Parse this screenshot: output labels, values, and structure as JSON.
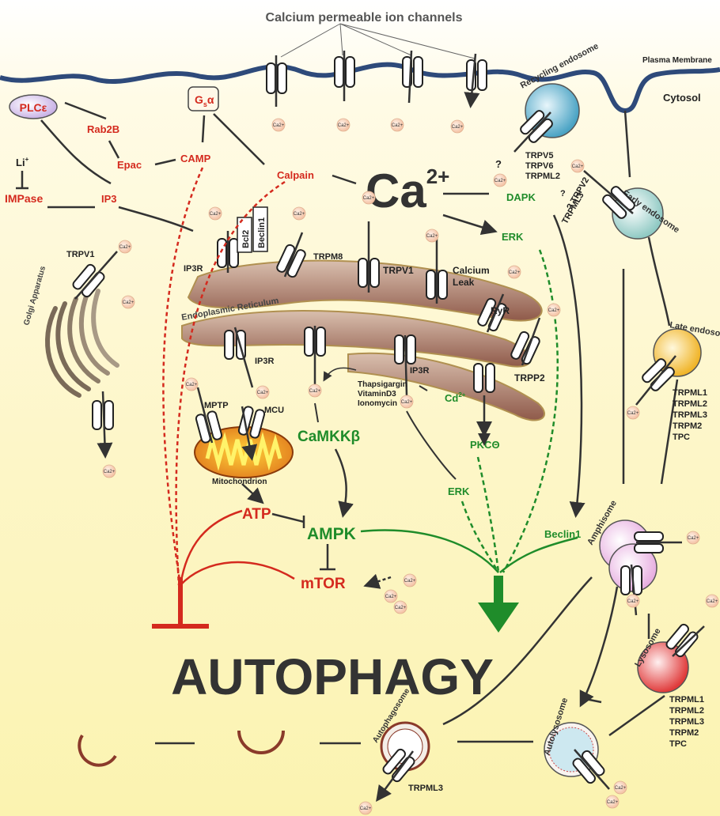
{
  "title": "Calcium permeable ion channels",
  "membrane": {
    "plasma": "Plasma Membrane",
    "cytosol": "Cytosol"
  },
  "calcium": {
    "main": "Ca",
    "charge": "2+",
    "small": "Ca",
    "small_sup": "2+"
  },
  "signals": {
    "plc": "PLCε",
    "gsa_g": "G",
    "gsa_s": "s",
    "gsa_a": "α",
    "rab2b": "Rab2B",
    "epac": "Epac",
    "camp": "CAMP",
    "li": "Li",
    "li_sup": "+",
    "impase": "IMPase",
    "ip3": "IP3",
    "calpain": "Calpain",
    "dapk": "DAPK",
    "erk": "ERK",
    "erk2": "ERK",
    "beclin1": "Beclin1",
    "camkk": "CaMKKβ",
    "ampk": "AMPK",
    "mtor": "mTOR",
    "atp": "ATP",
    "pkc": "PKCΘ",
    "cd": "Cd",
    "cd_sup": "2+",
    "q1": "?",
    "q2": "?"
  },
  "channels": {
    "trpv1a": "TRPV1",
    "ip3r_a": "IP3R",
    "bcl2": "Bcl2",
    "beclin_box": "Beclin1",
    "trpm8": "TRPM8",
    "trpv1b": "TRPV1",
    "calcium_leak_1": "Calcium",
    "calcium_leak_2": "Leak",
    "ryr": "RyR",
    "trpp2": "TRPP2",
    "ip3r_b": "IP3R",
    "ip3r_c": "IP3R",
    "mptp": "MPTP",
    "mcu": "MCU",
    "thapsi": [
      "Thapsigargin",
      "VitaminD3",
      "Ionomycin"
    ],
    "recycling_list": [
      "TRPV5",
      "TRPV6",
      "TRPML2"
    ],
    "early_list": [
      "? TRPV2",
      "TRPML3"
    ],
    "late_list": [
      "TRPML1",
      "TRPML2",
      "TRPML3",
      "TRPM2",
      "TPC"
    ],
    "lyso_list": [
      "TRPML1",
      "TRPML2",
      "TRPML3",
      "TRPM2",
      "TPC"
    ],
    "trpml3": "TRPML3"
  },
  "organelles": {
    "golgi": "Golgi Apparatus",
    "er": "Endoplasmic Reticulum",
    "mito": "Mitochondrion",
    "recycling": "Recycling endosome",
    "early": "Early endosome",
    "late": "Late endosome",
    "amphisome": "Amphisome",
    "lysosome": "Lysosome",
    "autolysosome": "Autolysosome",
    "autophagosome": "Autophagosome"
  },
  "autophagy": "AUTOPHAGY",
  "colors": {
    "red": "#d42a1e",
    "green": "#1f8c2a",
    "dark": "#333333",
    "membrane": "#2e4a7a"
  }
}
